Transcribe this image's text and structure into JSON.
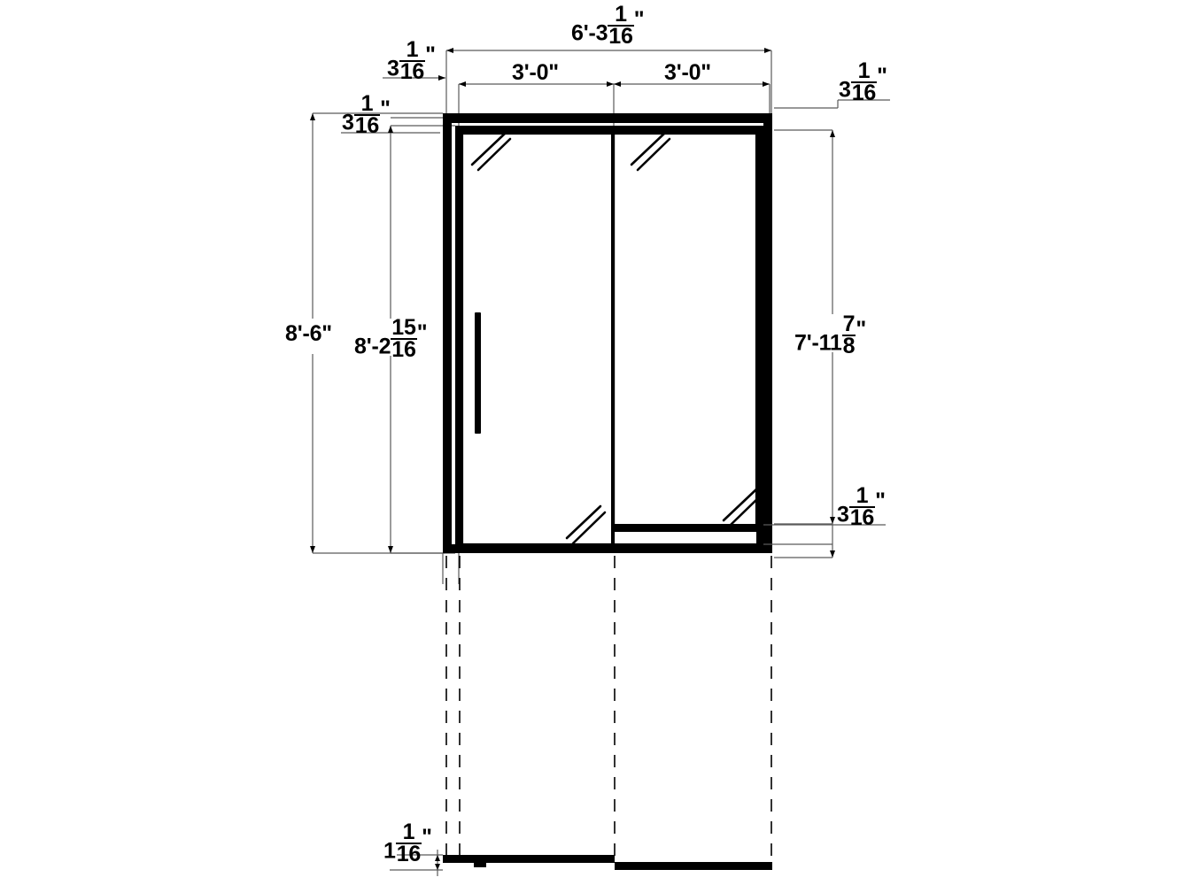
{
  "drawing": {
    "type": "shower-door-elevation",
    "title": "",
    "units": "feet-inches",
    "line_color": "#000000",
    "background_color": "#ffffff",
    "thin_line_color": "#5a5a5a"
  },
  "dimensions": {
    "top_overall": {
      "label_whole": "6'-3",
      "label_num": "1",
      "label_den": "16",
      "label_inch": "\"",
      "value_text": "6'-3 1/16\"",
      "name": "overall-width"
    },
    "top_left_panel": {
      "value_text": "3'-0\"",
      "name": "left-panel-width"
    },
    "top_right_panel": {
      "value_text": "3'-0\"",
      "name": "right-panel-width"
    },
    "top_left_gap": {
      "label_whole": "3",
      "label_num": "1",
      "label_den": "16",
      "label_inch": "\"",
      "value_text": "3 1/16\"",
      "name": "top-left-clearance"
    },
    "top_right_gap": {
      "label_whole": "3",
      "label_num": "1",
      "label_den": "16",
      "label_inch": "\"",
      "value_text": "3 1/16\"",
      "name": "top-right-clearance"
    },
    "top_header_gap": {
      "label_whole": "3",
      "label_num": "1",
      "label_den": "16",
      "label_inch": "\"",
      "value_text": "3 1/16\"",
      "name": "header-clearance"
    },
    "left_outer_height": {
      "value_text": "8'-6\"",
      "name": "rough-opening-height"
    },
    "left_inner_height": {
      "label_whole": "8'-2",
      "label_num": "15",
      "label_den": "16",
      "label_inch": "\"",
      "value_text": "8'-2 15/16\"",
      "name": "frame-height"
    },
    "right_panel_height": {
      "label_whole": "7'-11",
      "label_num": "7",
      "label_den": "8",
      "label_inch": "\"",
      "value_text": "7'-11 7/8\"",
      "name": "glass-panel-height"
    },
    "right_bottom_gap": {
      "label_whole": "3",
      "label_num": "1",
      "label_den": "16",
      "label_inch": "\"",
      "value_text": "3 1/16\"",
      "name": "bottom-rail-clearance"
    },
    "bottom_track_thickness": {
      "label_whole": "1",
      "label_num": "1",
      "label_den": "16",
      "label_inch": "\"",
      "value_text": "1 1/16\"",
      "name": "floor-track-thickness"
    }
  },
  "components": {
    "outer_frame": "outer-frame",
    "inner_frame": "inner-frame",
    "left_glass_panel": "left-glass-panel",
    "right_glass_panel": "right-glass-panel",
    "center_stile": "center-stile",
    "door_handle": "door-handle",
    "bottom_rail": "bottom-rail",
    "floor_track_left": "floor-track-left",
    "floor_track_right": "floor-track-right"
  }
}
